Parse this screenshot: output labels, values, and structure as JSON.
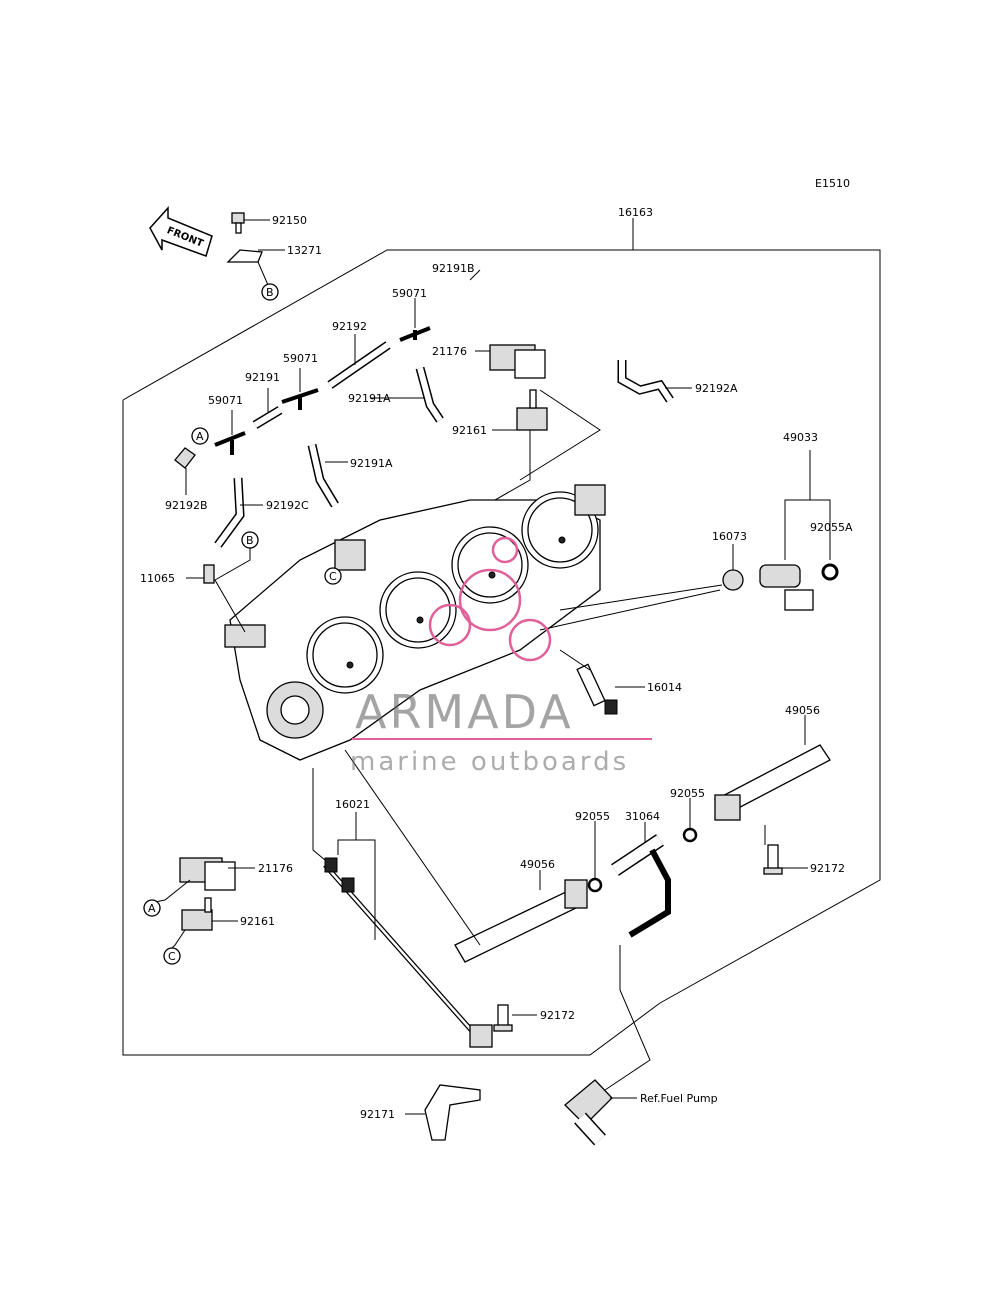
{
  "diagram_code": "E1510",
  "front_label": "FRONT",
  "callouts": {
    "a": "A",
    "b": "B",
    "c": "C"
  },
  "parts": {
    "p16163": "16163",
    "p92150": "92150",
    "p13271": "13271",
    "p92191B": "92191B",
    "p59071_top": "59071",
    "p92192": "92192",
    "p59071_mid": "59071",
    "p21176_top": "21176",
    "p92192A": "92192A",
    "p92191": "92191",
    "p92191A_mid": "92191A",
    "p59071_left": "59071",
    "p92161_top": "92161",
    "p92191A_low": "92191A",
    "p92192B": "92192B",
    "p92192C": "92192C",
    "p49033": "49033",
    "p92055A": "92055A",
    "p16073": "16073",
    "p11065": "11065",
    "p16014": "16014",
    "p49056_right": "49056",
    "p16021": "16021",
    "p92055_right": "92055",
    "p31064": "31064",
    "p92055_left": "92055",
    "p49056_left": "49056",
    "p21176_low": "21176",
    "p92161_low": "92161",
    "p92172_right": "92172",
    "p92172_low": "92172",
    "p92171": "92171",
    "ref_fuel_pump": "Ref.Fuel Pump"
  },
  "watermark": {
    "brand": "ARMADA",
    "tagline": "marine outboards",
    "accent_color": "#e0609a"
  }
}
